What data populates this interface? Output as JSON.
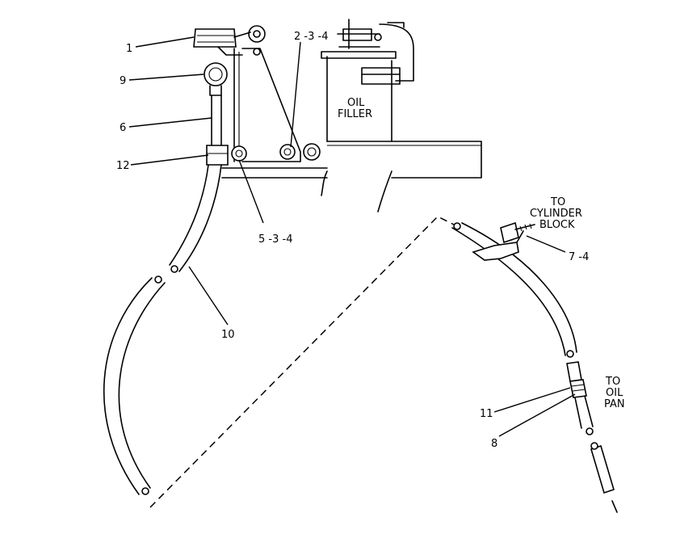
{
  "callouts": {
    "c1": "1",
    "c9": "9",
    "c6": "6",
    "c12": "12",
    "c234": "2 -3 -4",
    "c534": "5 -3 -4",
    "c10": "10",
    "c74": "7 -4",
    "c11": "11",
    "c8": "8"
  },
  "notes": {
    "oil_filler": [
      "OIL",
      "FILLER"
    ],
    "to_cylinder_block": [
      "TO",
      "CYLINDER",
      "BLOCK"
    ],
    "to_oil_pan": [
      "TO",
      "OIL",
      "PAN"
    ]
  },
  "colors": {
    "line": "#000000",
    "background": "#ffffff"
  }
}
